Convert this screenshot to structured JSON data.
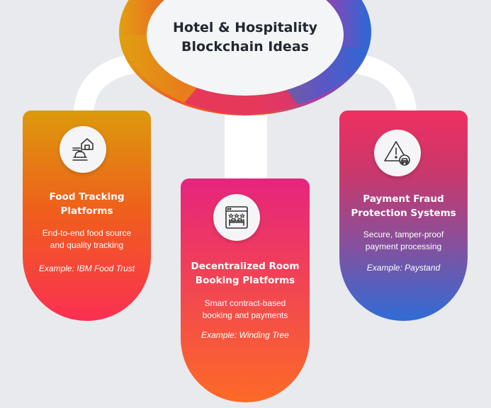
{
  "title": {
    "line1": "Hotel & Hospitality",
    "line2": "Blockchain Ideas"
  },
  "colors": {
    "background": "#e8eaee",
    "connector": "#ffffff",
    "ring_orange": "#f0552a",
    "ring_gold": "#e0a010",
    "ring_pink": "#e3306b",
    "ring_purple": "#9b3fae",
    "ring_blue": "#2a69d6",
    "title_text": "#222831"
  },
  "cards": [
    {
      "icon": "food-tracking-icon",
      "title_line1": "Food Tracking",
      "title_line2": "Platforms",
      "desc_line1": "End-to-end food source",
      "desc_line2": "and quality tracking",
      "example": "Example: IBM Food Trust"
    },
    {
      "icon": "room-booking-icon",
      "title_line1": "Decentralized Room",
      "title_line2": "Booking Platforms",
      "desc_line1": "Smart contract-based",
      "desc_line2": "booking and payments",
      "example": "Example: Winding Tree"
    },
    {
      "icon": "fraud-warning-icon",
      "title_line1": "Payment Fraud",
      "title_line2": "Protection Systems",
      "desc_line1": "Secure, tamper-proof",
      "desc_line2": "payment processing",
      "example": "Example: Paystand"
    }
  ]
}
